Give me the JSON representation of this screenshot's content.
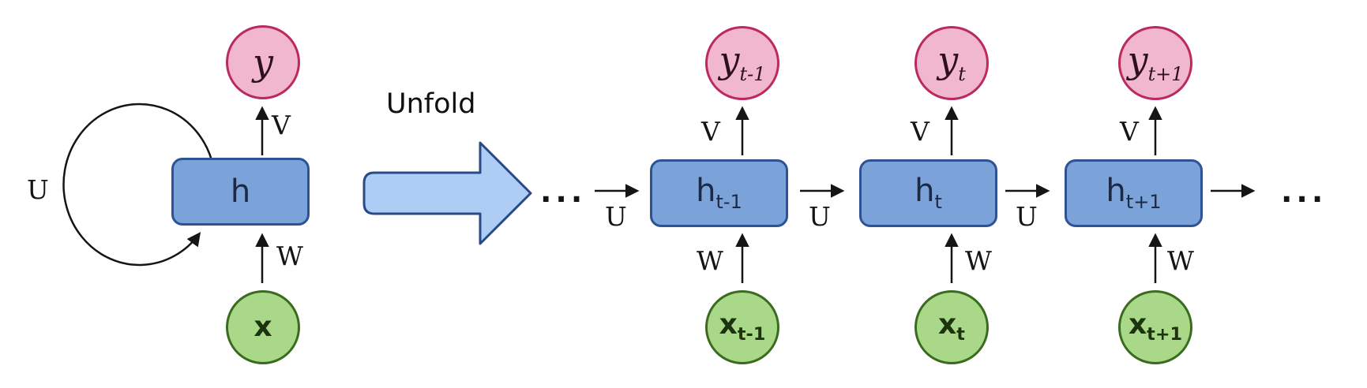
{
  "unfold_label": "Unfold",
  "ellipsis_left": "...",
  "ellipsis_right": "...",
  "folded": {
    "y": {
      "label": "y"
    },
    "h": {
      "label": "h"
    },
    "x": {
      "label": "x"
    },
    "u_label": "U",
    "v_label": "V",
    "w_label": "W"
  },
  "unfolded": {
    "cells": [
      {
        "y": {
          "base": "y",
          "sub": "t-1"
        },
        "h": {
          "base": "h",
          "sub": "t-1"
        },
        "x": {
          "base": "x",
          "sub": "t-1"
        },
        "u_label": "U",
        "v_label": "V",
        "w_label": "W"
      },
      {
        "y": {
          "base": "y",
          "sub": "t"
        },
        "h": {
          "base": "h",
          "sub": "t"
        },
        "x": {
          "base": "x",
          "sub": "t"
        },
        "u_label": "U",
        "v_label": "V",
        "w_label": "W"
      },
      {
        "y": {
          "base": "y",
          "sub": "t+1"
        },
        "h": {
          "base": "h",
          "sub": "t+1"
        },
        "x": {
          "base": "x",
          "sub": "t+1"
        },
        "u_label": "U",
        "v_label": "V",
        "w_label": "W"
      }
    ]
  },
  "colors": {
    "hidden_fill": "#7ba3d9",
    "hidden_stroke": "#2e5395",
    "output_fill": "#f0b7ce",
    "output_stroke": "#bb2a5c",
    "input_fill": "#a8d888",
    "input_stroke": "#3a6b1f",
    "unfold_arrow_fill": "#aecdf5",
    "unfold_arrow_stroke": "#2a4a86",
    "line_color": "#151515"
  }
}
